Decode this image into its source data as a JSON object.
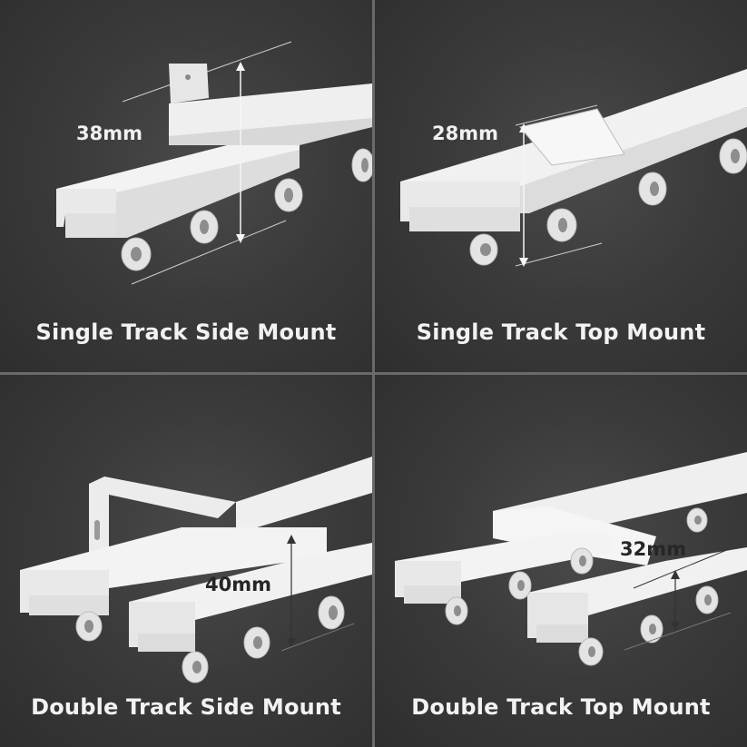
{
  "image": {
    "type": "product-comparison-grid",
    "layout": "2x2",
    "background_color": "#3a3a3a",
    "product_color": "#eeeeee"
  },
  "panels": [
    {
      "id": "single-side",
      "title": "Single Track Side Mount",
      "dimension_label": "38mm",
      "dimension_text_color": "#f0f0f0"
    },
    {
      "id": "single-top",
      "title": "Single Track Top Mount",
      "dimension_label": "28mm",
      "dimension_text_color": "#f0f0f0"
    },
    {
      "id": "double-side",
      "title": "Double Track Side Mount",
      "dimension_label": "40mm",
      "dimension_text_color": "#262626"
    },
    {
      "id": "double-top",
      "title": "Double Track Top Mount",
      "dimension_label": "32mm",
      "dimension_text_color": "#262626"
    }
  ]
}
